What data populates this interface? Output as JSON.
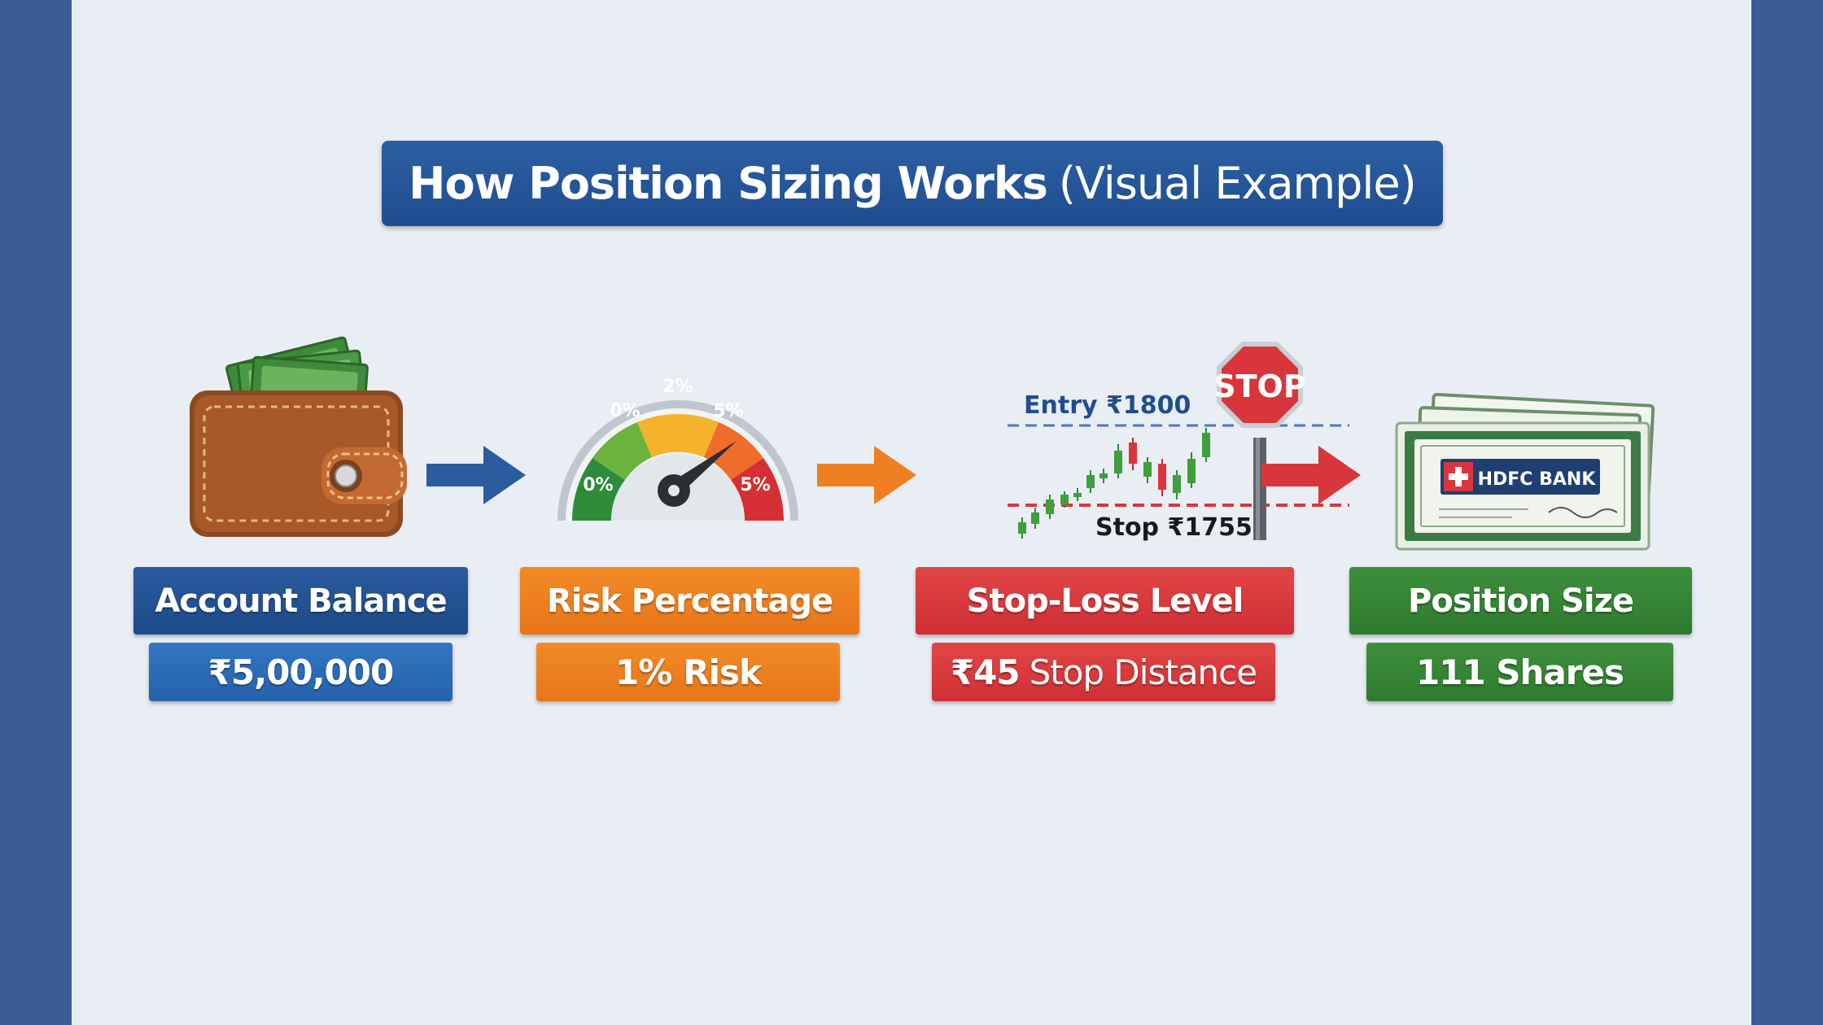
{
  "title": {
    "main": "How Position Sizing Works",
    "sub": "(Visual Example)"
  },
  "steps": [
    {
      "label": "Account Balance",
      "value": "₹5,00,000"
    },
    {
      "label": "Risk Percentage",
      "value_strong": "1%",
      "value_rest": "Risk"
    },
    {
      "label": "Stop-Loss Level",
      "value_strong": "₹45",
      "value_rest": "Stop Distance"
    },
    {
      "label": "Position Size",
      "value": "111 Shares"
    }
  ],
  "gauge": {
    "ticks": [
      "0%",
      "0%",
      "2%",
      "5%",
      "5%"
    ]
  },
  "chart": {
    "entry_label": "Entry ₹1800",
    "stop_label": "Stop ₹1755",
    "stop_sign": "STOP"
  },
  "cheque": {
    "bank": "HDFC BANK"
  },
  "colors": {
    "blue": "#1f4e8f",
    "orange": "#ee8022",
    "red": "#d8363c",
    "green": "#357f33",
    "background": "#e9edf4"
  },
  "icons": [
    "wallet-icon",
    "gauge-icon",
    "candlestick-chart-icon",
    "stop-sign-icon",
    "cheque-icon",
    "arrow-right-icon"
  ]
}
